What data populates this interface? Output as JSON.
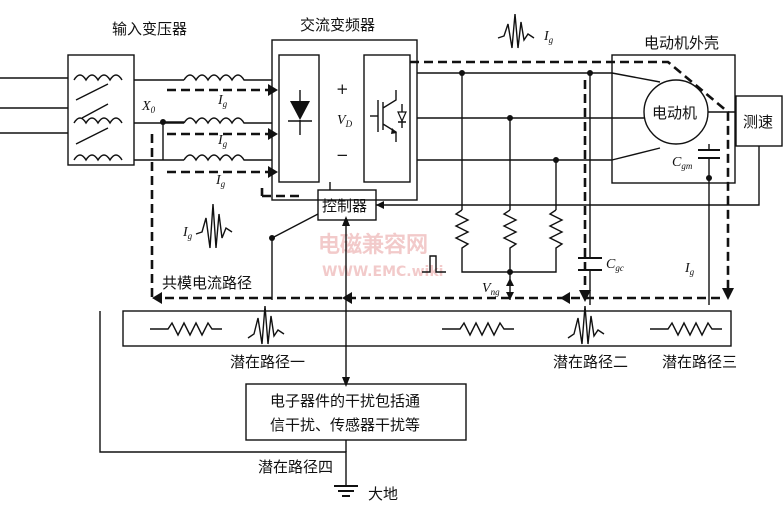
{
  "labels": {
    "input_transformer": "输入变压器",
    "ac_inverter": "交流变频器",
    "motor_housing": "电动机外壳",
    "motor": "电动机",
    "tachometer": "测速",
    "controller": "控制器",
    "common_mode_path": "共模电流路径",
    "path_1": "潜在路径一",
    "path_2": "潜在路径二",
    "path_3": "潜在路径三",
    "path_4": "潜在路径四",
    "interference_line1": "电子器件的干扰包括通",
    "interference_line2": "信干扰、传感器干扰等",
    "earth": "大地",
    "dc_plus": "+",
    "dc_minus": "−"
  },
  "symbols": {
    "ig": {
      "main": "I",
      "sub": "g"
    },
    "x0": {
      "main": "X",
      "sub": "0"
    },
    "vd": {
      "main": "V",
      "sub": "D"
    },
    "vng": {
      "main": "V",
      "sub": "ng"
    },
    "cgm": {
      "main": "C",
      "sub": "gm"
    },
    "cgc": {
      "main": "C",
      "sub": "gc"
    }
  },
  "watermark": {
    "line1": "电磁兼容网",
    "line2": "WWW.EMC.wiki"
  }
}
